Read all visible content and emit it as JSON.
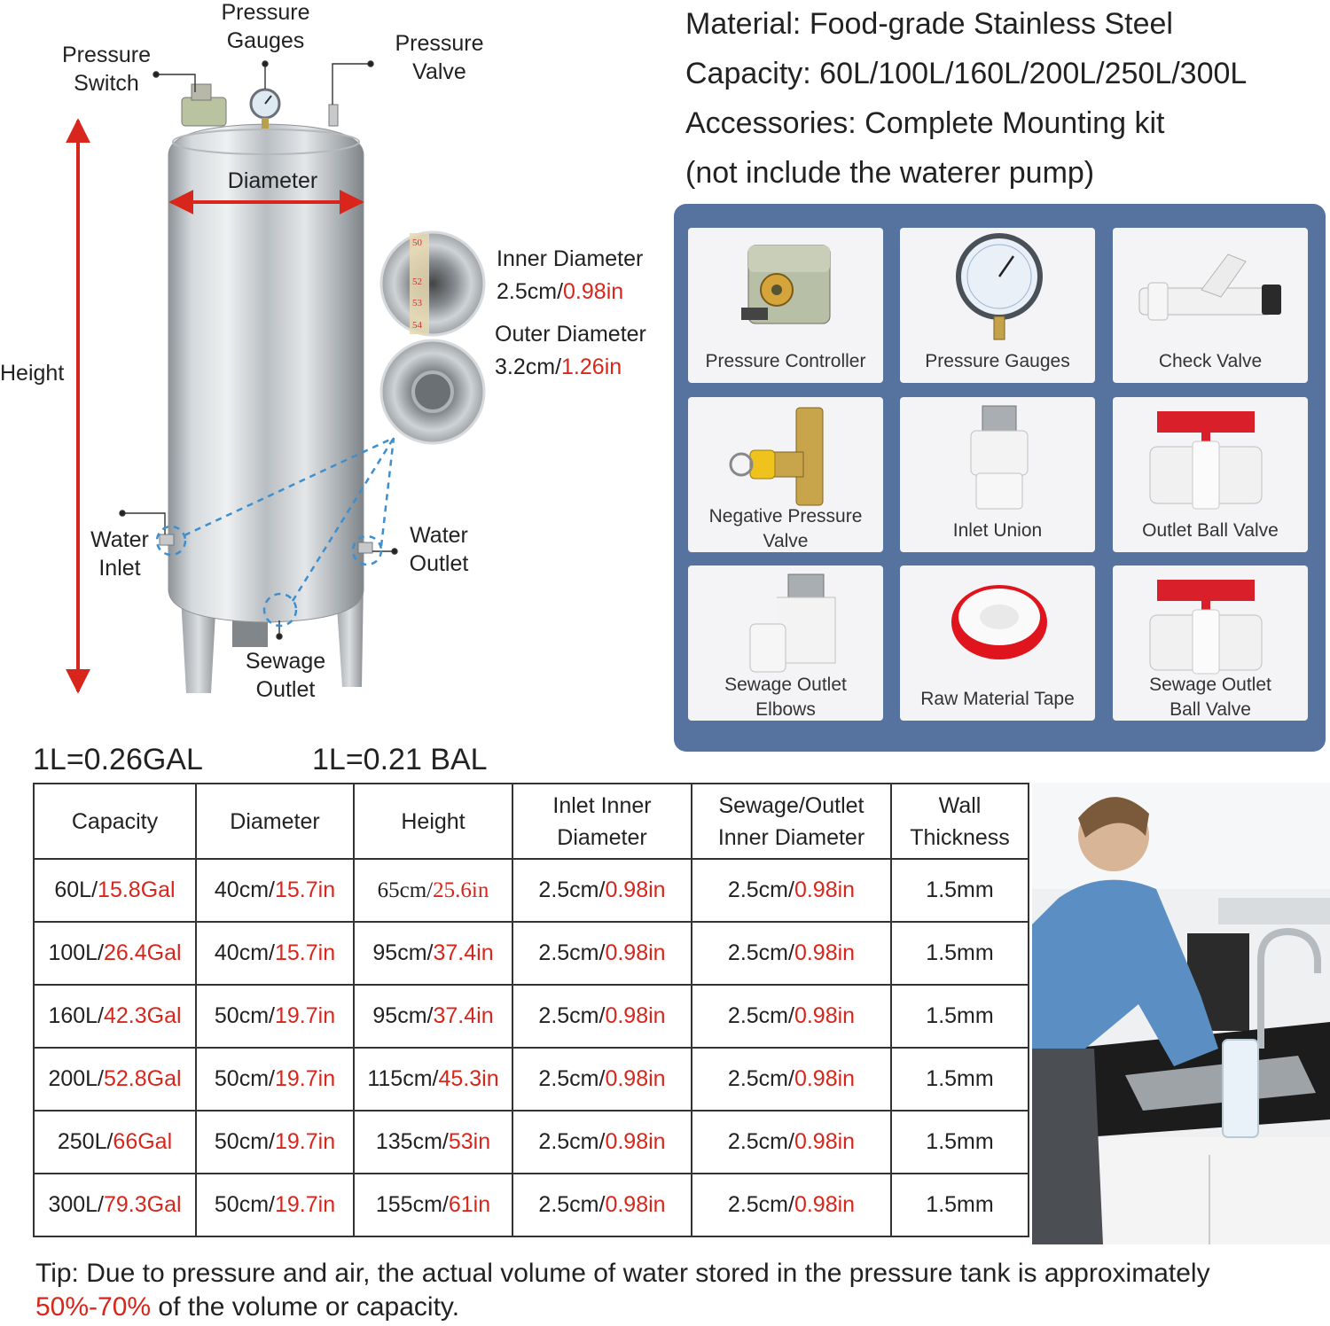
{
  "tank_labels": {
    "pressure_switch": "Pressure\nSwitch",
    "pressure_gauges": "Pressure\nGauges",
    "pressure_valve": "Pressure\nValve",
    "diameter": "Diameter",
    "height": "Height",
    "water_inlet": "Water\nInlet",
    "water_outlet": "Water\nOutlet",
    "sewage_outlet": "Sewage\nOutlet",
    "inner_diameter_title": "Inner Diameter",
    "inner_diameter_cm": "2.5cm/",
    "inner_diameter_in": "0.98in",
    "outer_diameter_title": "Outer Diameter",
    "outer_diameter_cm": "3.2cm/",
    "outer_diameter_in": "1.26in",
    "tape_marks": [
      "50",
      "52",
      "53",
      "54"
    ]
  },
  "specs": {
    "material": "Material: Food-grade Stainless Steel",
    "capacity": "Capacity: 60L/100L/160L/200L/250L/300L",
    "accessories": "Accessories: Complete Mounting kit",
    "note": "(not include the waterer pump)"
  },
  "accessories": [
    {
      "label": "Pressure Controller",
      "icon": "pressure-controller-icon"
    },
    {
      "label": "Pressure Gauges",
      "icon": "pressure-gauge-icon"
    },
    {
      "label": "Check Valve",
      "icon": "check-valve-icon"
    },
    {
      "label": "Negative Pressure\nValve",
      "icon": "negative-pressure-valve-icon"
    },
    {
      "label": "Inlet Union",
      "icon": "inlet-union-icon"
    },
    {
      "label": "Outlet Ball Valve",
      "icon": "ball-valve-icon"
    },
    {
      "label": "Sewage Outlet\nElbows",
      "icon": "elbow-icon"
    },
    {
      "label": "Raw Material Tape",
      "icon": "tape-icon"
    },
    {
      "label": "Sewage Outlet\nBall Valve",
      "icon": "ball-valve-icon"
    }
  ],
  "conversions": {
    "gal": "1L=0.26GAL",
    "bal": "1L=0.21 BAL"
  },
  "table": {
    "headers": [
      "Capacity",
      "Diameter",
      "Height",
      "Inlet Inner\nDiameter",
      "Sewage/Outlet\nInner Diameter",
      "Wall\nThickness"
    ],
    "rows": [
      [
        [
          "60L/",
          "15.8Gal"
        ],
        [
          "40cm/",
          "15.7in"
        ],
        [
          "65cm/",
          "25.6in"
        ],
        [
          "2.5cm/",
          "0.98in"
        ],
        [
          "2.5cm/",
          "0.98in"
        ],
        [
          "1.5mm",
          ""
        ]
      ],
      [
        [
          "100L/",
          "26.4Gal"
        ],
        [
          "40cm/",
          "15.7in"
        ],
        [
          "95cm/",
          "37.4in"
        ],
        [
          "2.5cm/",
          "0.98in"
        ],
        [
          "2.5cm/",
          "0.98in"
        ],
        [
          "1.5mm",
          ""
        ]
      ],
      [
        [
          "160L/",
          "42.3Gal"
        ],
        [
          "50cm/",
          "19.7in"
        ],
        [
          "95cm/",
          "37.4in"
        ],
        [
          "2.5cm/",
          "0.98in"
        ],
        [
          "2.5cm/",
          "0.98in"
        ],
        [
          "1.5mm",
          ""
        ]
      ],
      [
        [
          "200L/",
          "52.8Gal"
        ],
        [
          "50cm/",
          "19.7in"
        ],
        [
          "115cm/",
          "45.3in"
        ],
        [
          "2.5cm/",
          "0.98in"
        ],
        [
          "2.5cm/",
          "0.98in"
        ],
        [
          "1.5mm",
          ""
        ]
      ],
      [
        [
          "250L/",
          "66Gal"
        ],
        [
          "50cm/",
          "19.7in"
        ],
        [
          "135cm/",
          "53in"
        ],
        [
          "2.5cm/",
          "0.98in"
        ],
        [
          "2.5cm/",
          "0.98in"
        ],
        [
          "1.5mm",
          ""
        ]
      ],
      [
        [
          "300L/",
          "79.3Gal"
        ],
        [
          "50cm/",
          "19.7in"
        ],
        [
          "155cm/",
          "61in"
        ],
        [
          "2.5cm/",
          "0.98in"
        ],
        [
          "2.5cm/",
          "0.98in"
        ],
        [
          "1.5mm",
          ""
        ]
      ]
    ]
  },
  "tip": {
    "label": "Tip:",
    "text": " Due to pressure and air, the actual volume of water stored in the pressure tank is approximately",
    "range": "50%-70%",
    "rest": " of the volume or capacity."
  },
  "colors": {
    "accent_red": "#d8261c",
    "panel_blue": "#56729e",
    "dash_blue": "#3d8fd0"
  }
}
